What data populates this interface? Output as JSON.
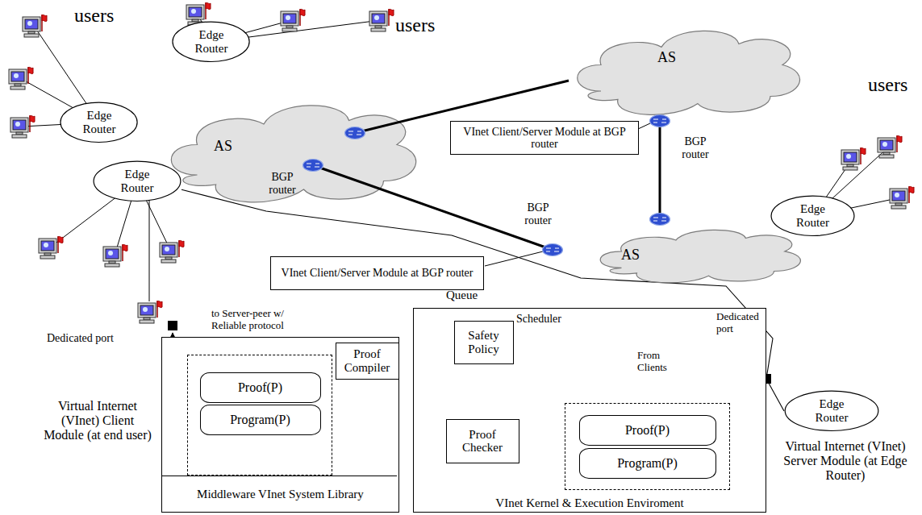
{
  "diagram": {
    "nodes": [
      {
        "text": [
          "Edge Router"
        ]
      },
      {
        "text": [
          "Edge Router"
        ]
      },
      {
        "text": [
          "AS"
        ]
      },
      {
        "text": [
          "AS"
        ]
      },
      {
        "text": [
          "Edge Router"
        ]
      },
      {
        "text": [
          "Edge Router"
        ]
      },
      {
        "text": [
          "AS"
        ]
      },
      {
        "text": [
          "VInet Client/Server Module at BGP router"
        ]
      },
      {
        "text": [
          "VInet Client/Server Module at BGP router"
        ]
      },
      {
        "text": [
          "Middleware VInet System Library"
        ]
      },
      {
        "text": [
          "Proof(P)"
        ],
        "in": 9
      },
      {
        "text": [
          "Program(P)"
        ],
        "in": 9
      },
      {
        "text": [
          "Proof Compiler"
        ],
        "in": 9
      },
      {
        "text": [
          "VInet Kernel & Execution Enviroment"
        ]
      },
      {
        "text": [
          "Safety Policy"
        ],
        "in": 13
      },
      {
        "text": [
          "Proof Checker"
        ],
        "in": 13
      },
      {
        "text": [
          "Proof(P)"
        ],
        "in": 13
      },
      {
        "text": [
          "Program(P)"
        ],
        "in": 13
      },
      {
        "text": [
          "Edge Router"
        ]
      }
    ],
    "edges": [
      {
        "from": 11,
        "to": 12,
        "arrow": "to"
      },
      {
        "from": 12,
        "to": 10,
        "arrow": "to"
      },
      {
        "from": 14,
        "to": 15,
        "arrow": "none"
      },
      {
        "from": 16,
        "to": 15,
        "arrow": "to"
      },
      {
        "from": 13,
        "to": 18,
        "arrow": "none"
      },
      {
        "from": 4,
        "to": 13,
        "arrow": "none"
      }
    ],
    "labels": [
      "users",
      "users",
      "users",
      "BGP router",
      "BGP router",
      "BGP router",
      "Dedicated port",
      "to Server-peer w/ Reliable protocol",
      "Virtual Internet (VInet) Client Module (at end user)",
      "Queue",
      "Scheduler",
      "From Clients",
      "Dedicated port",
      "Virtual Internet (VInet) Server Module (at Edge Router)"
    ]
  }
}
